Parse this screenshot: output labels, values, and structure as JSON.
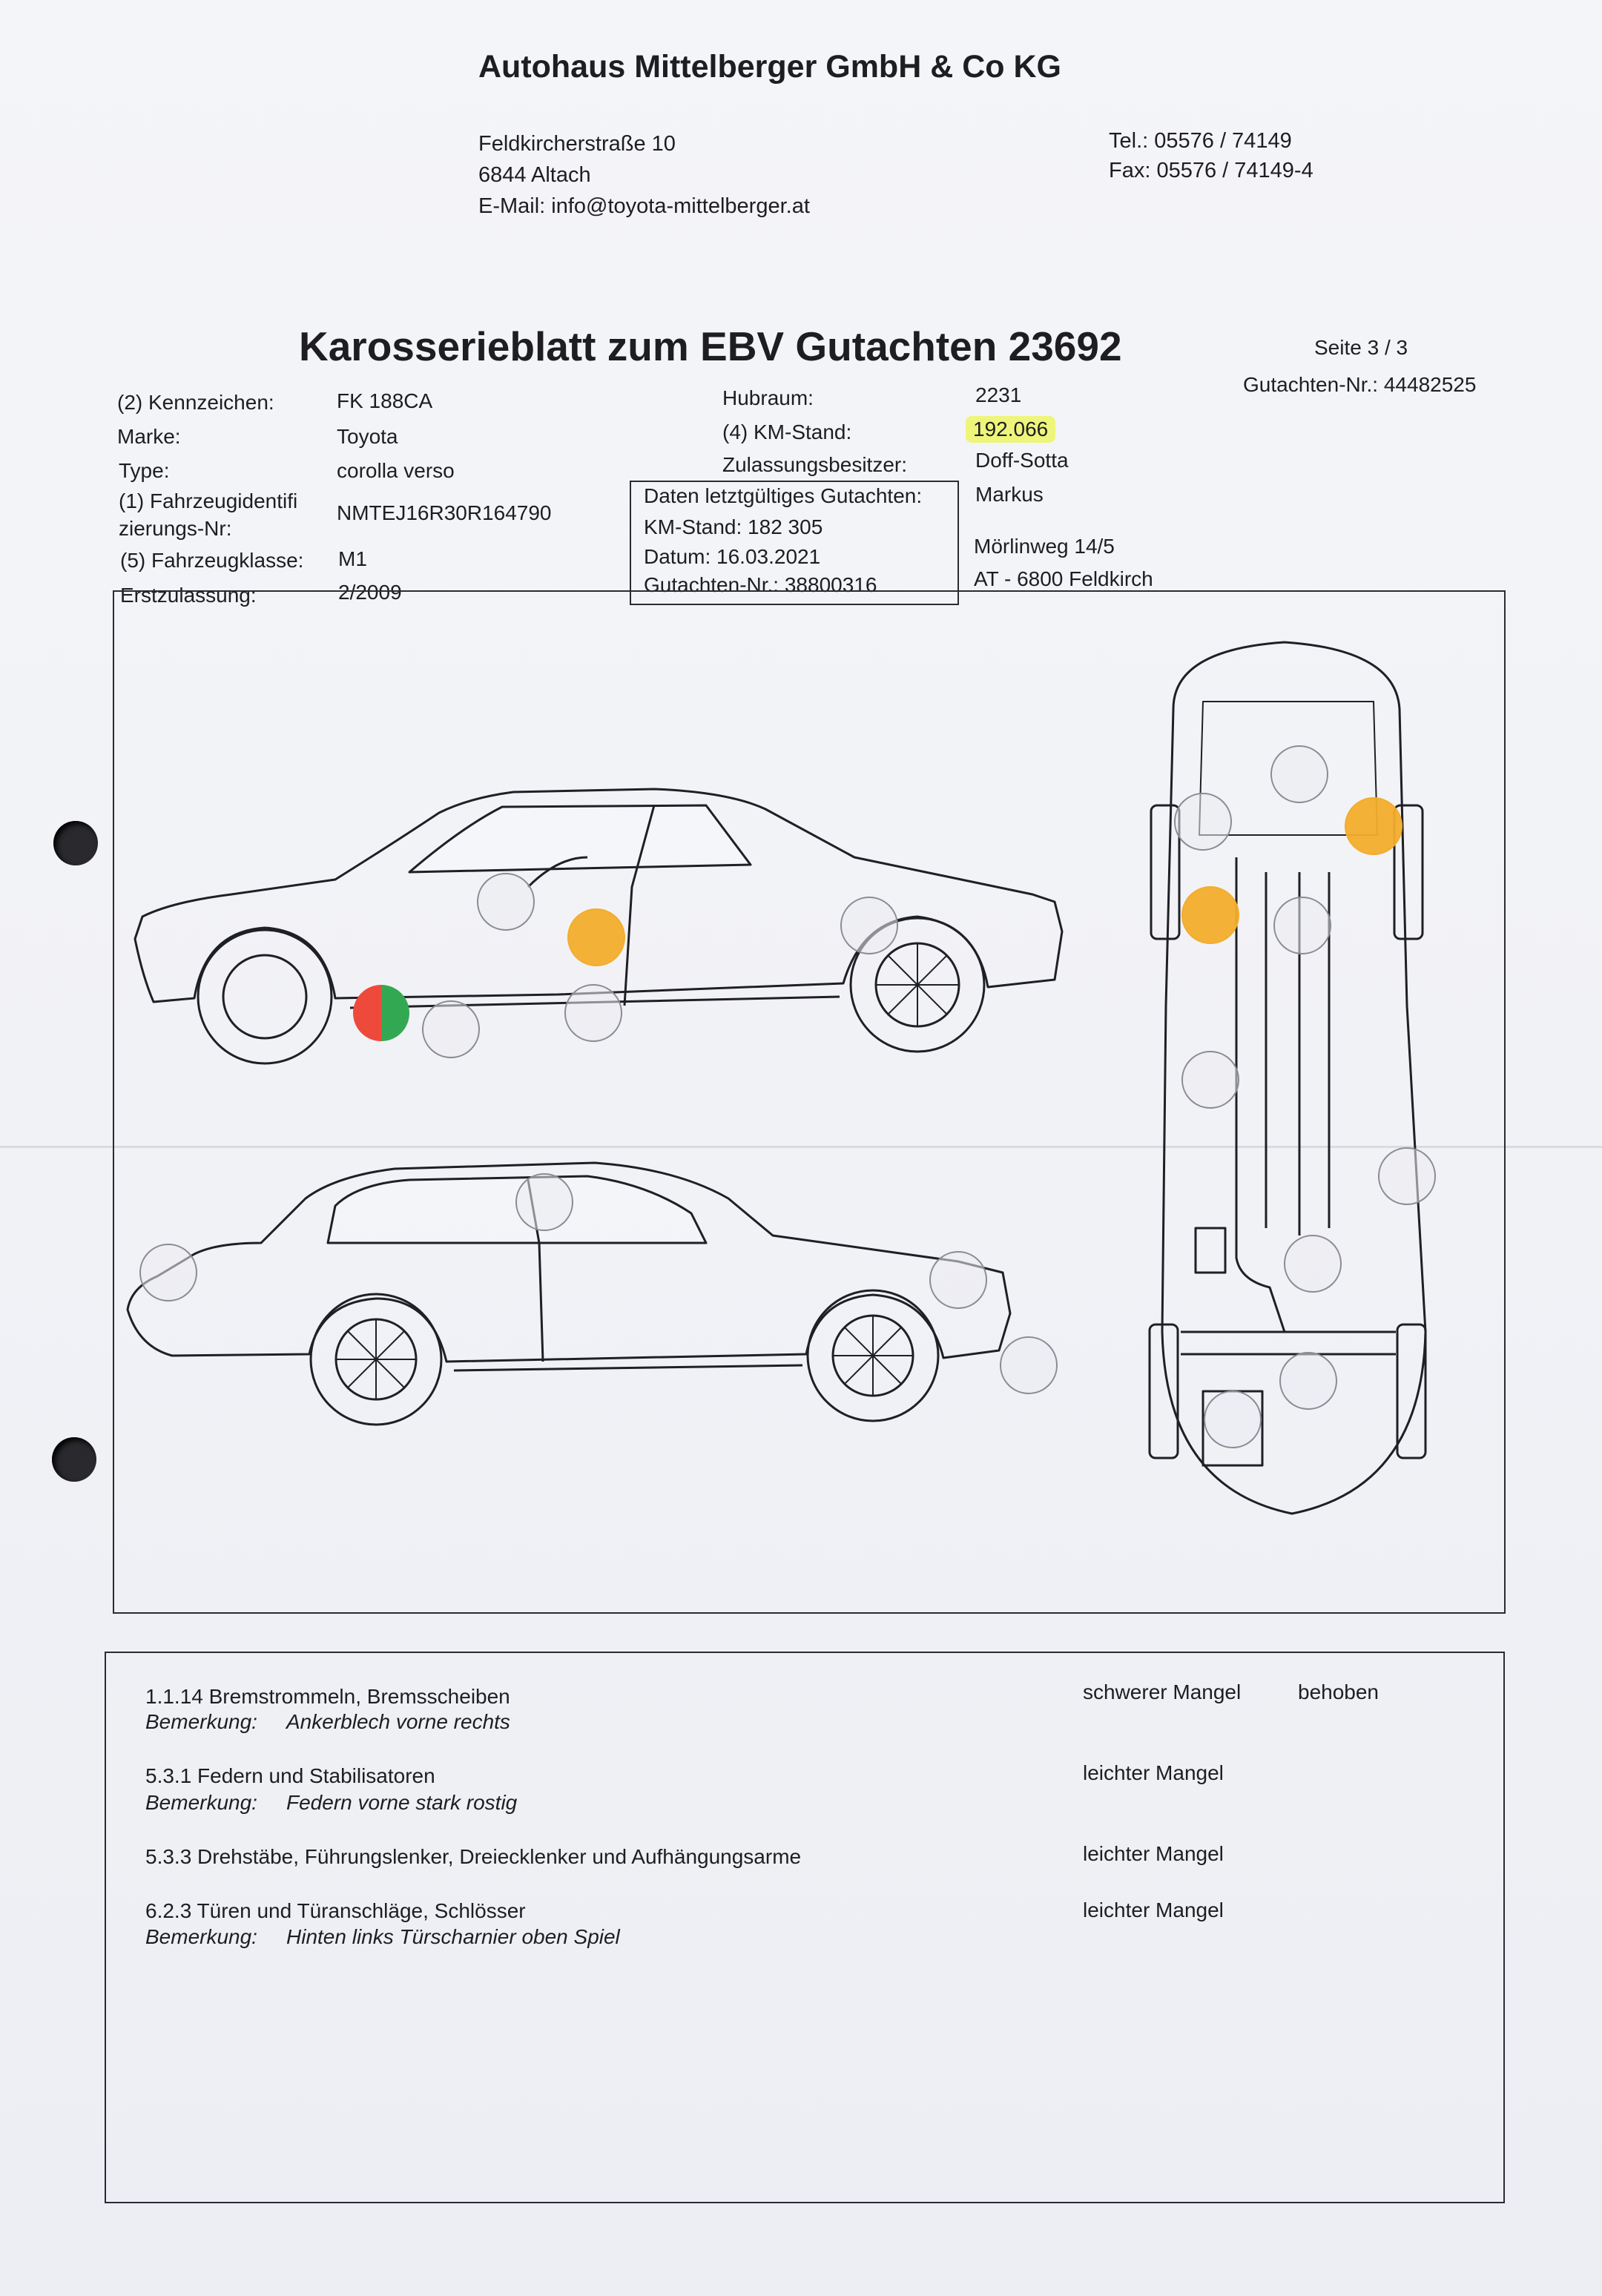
{
  "header": {
    "company": "Autohaus Mittelberger GmbH & Co KG",
    "street": "Feldkircherstraße 10",
    "city": "6844 Altach",
    "email": "E-Mail: info@toyota-mittelberger.at",
    "tel": "Tel.: 05576 / 74149",
    "fax": "Fax: 05576 / 74149-4"
  },
  "title": "Karosserieblatt zum EBV Gutachten 23692",
  "page": "Seite 3 / 3",
  "report_number": "Gutachten-Nr.: 44482525",
  "vehicle": {
    "kennzeichen_label": "(2) Kennzeichen:",
    "kennzeichen": "FK 188CA",
    "marke_label": "Marke:",
    "marke": "Toyota",
    "type_label": "Type:",
    "type": "corolla verso",
    "fin_label_1": "(1) Fahrzeugidentifi",
    "fin_label_2": "zierungs-Nr:",
    "fin": "NMTEJ16R30R164790",
    "klasse_label": "(5) Fahrzeugklasse:",
    "klasse": "M1",
    "erstzulassung_label": "Erstzulassung:",
    "erstzulassung": "2/2009",
    "hubraum_label": "Hubraum:",
    "hubraum": "2231",
    "km_label": "(4) KM-Stand:",
    "km": "192.066",
    "besitzer_label": "Zulassungsbesitzer:",
    "besitzer_name_1": "Doff-Sotta",
    "besitzer_name_2": "Markus",
    "besitzer_street": "Mörlinweg 14/5",
    "besitzer_city": "AT - 6800 Feldkirch"
  },
  "previous_report": {
    "heading": "Daten letztgültiges Gutachten:",
    "km": "KM-Stand: 182 305",
    "datum": "Datum: 16.03.2021",
    "nr": "Gutachten-Nr.: 38800316"
  },
  "colors": {
    "leicht": "#f2ad2c",
    "schwer": "#ee4a3b",
    "behoben": "#33a852",
    "neutral": "#ebebf0"
  },
  "findings": [
    {
      "item": "1.1.14 Bremstrommeln, Bremsscheiben",
      "remark_label": "Bemerkung:",
      "remark": "Ankerblech vorne rechts",
      "severity": "schwerer Mangel",
      "status": "behoben"
    },
    {
      "item": "5.3.1 Federn und Stabilisatoren",
      "remark_label": "Bemerkung:",
      "remark": "Federn vorne stark rostig",
      "severity": "leichter Mangel"
    },
    {
      "item": "5.3.3 Drehstäbe, Führungslenker, Dreiecklenker und Aufhängungsarme",
      "severity": "leichter Mangel"
    },
    {
      "item": "6.2.3 Türen und Türanschläge, Schlösser",
      "remark_label": "Bemerkung:",
      "remark": "Hinten links Türscharnier oben Spiel",
      "severity": "leichter Mangel"
    }
  ]
}
